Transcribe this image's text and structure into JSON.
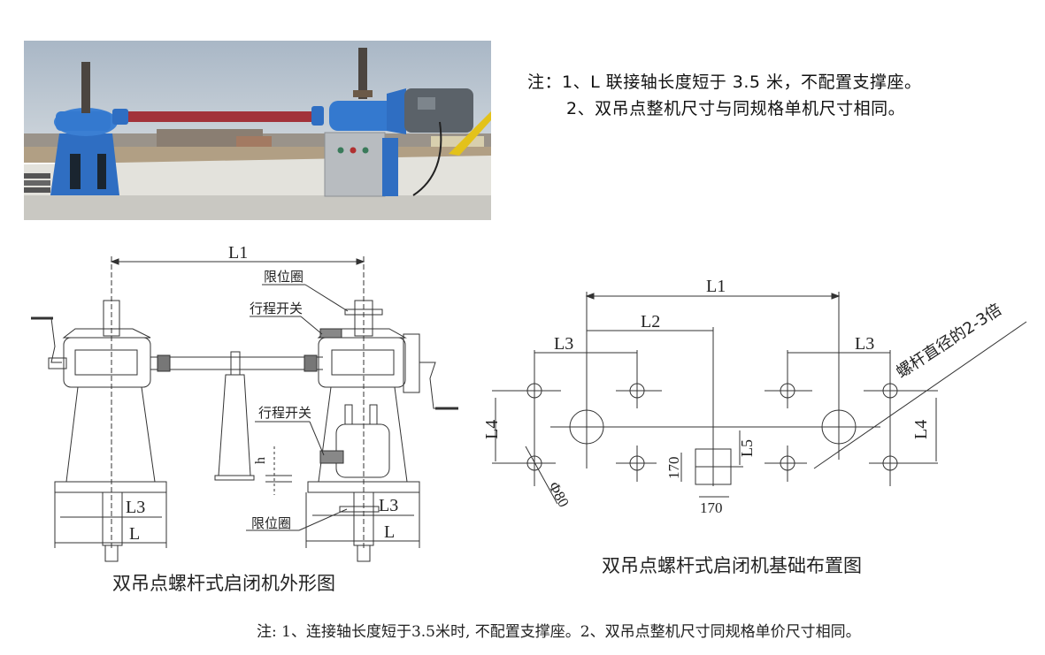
{
  "photo": {
    "description": "Dual-lifting-point screw hoist installed on concrete base: two blue screw hoists connected by red shaft, motor and control box on right",
    "colors": {
      "hoist_blue": "#2f6fc0",
      "shaft_red": "#a8323a",
      "motor_gray": "#5a6268",
      "sky": "#b9c5d0",
      "concrete": "#d4d4d0"
    }
  },
  "notes_top": {
    "line1": "注：1、L 联接轴长度短于 3.5 米，不配置支撑座。",
    "line2": "2、双吊点整机尺寸与同规格单机尺寸相同。"
  },
  "outline_drawing": {
    "labels": {
      "l1": "L1",
      "limit_ring_top": "限位圈",
      "travel_switch_top": "行程开关",
      "travel_switch_mid": "行程开关",
      "h": "h",
      "l3_left": "L3",
      "l_left": "L",
      "l3_right": "L3",
      "l_right": "L",
      "limit_ring_bottom": "限位圈"
    },
    "caption": "双吊点螺杆式启闭机外形图"
  },
  "foundation_drawing": {
    "labels": {
      "l1": "L1",
      "l2": "L2",
      "l3_left": "L3",
      "l3_right": "L3",
      "l4_left": "L4",
      "l4_right": "L4",
      "l5": "L5",
      "phi": "Φ80",
      "dim_170_v": "170",
      "dim_170_h": "170",
      "screw_note": "螺杆直径的2-3倍"
    },
    "caption": "双吊点螺杆式启闭机基础布置图"
  },
  "notes_bottom": {
    "text": "注: 1、连接轴长度短于3.5米时, 不配置支撑座。2、双吊点整机尺寸同规格单价尺寸相同。"
  }
}
